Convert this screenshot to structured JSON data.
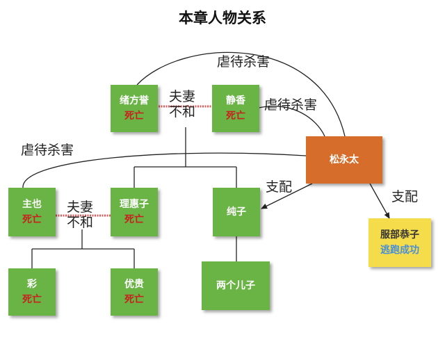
{
  "title": "本章人物关系",
  "nodes": {
    "xufangyu": {
      "name": "绪方誉",
      "status": "死亡"
    },
    "jingxiang": {
      "name": "静香",
      "status": "死亡"
    },
    "songyongtai": {
      "name": "松永太"
    },
    "zhuye": {
      "name": "主也",
      "status": "死亡"
    },
    "lihuizi": {
      "name": "理惠子",
      "status": "死亡"
    },
    "chunzi": {
      "name": "纯子"
    },
    "fubugongzi": {
      "name": "服部恭子",
      "status": "逃跑成功"
    },
    "cai": {
      "name": "彩",
      "status": "死亡"
    },
    "yougui": {
      "name": "优贵",
      "status": "死亡"
    },
    "liangger": {
      "name": "两个儿子"
    }
  },
  "edge_labels": {
    "abuse_top": "虐待杀害",
    "abuse_jingxiang": "虐待杀害",
    "abuse_zhuye": "虐待杀害",
    "couple_1_a": "夫妻",
    "couple_1_b": "不和",
    "couple_2_a": "夫妻",
    "couple_2_b": "不和",
    "control_chunzi": "支配",
    "control_fubu": "支配"
  },
  "colors": {
    "node_green": "#6ab446",
    "node_orange": "#d66d2b",
    "node_yellow": "#f5dc4a",
    "dead_text": "#c8201c",
    "escaped_text": "#4a8fd6",
    "discord_line": "#e05a5a"
  }
}
